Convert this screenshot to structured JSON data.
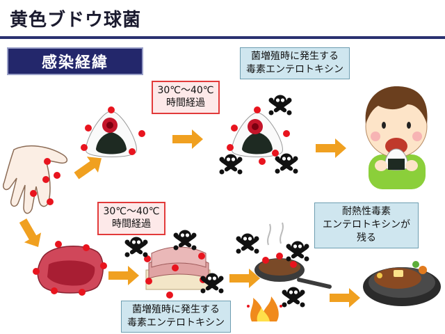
{
  "header": {
    "title": "黄色ブドウ球菌"
  },
  "section": {
    "label": "感染経緯"
  },
  "notes": {
    "temp_time_top_line1": "30℃～40℃",
    "temp_time_top_line2": "時間経過",
    "temp_time_bottom_line1": "30℃～40℃",
    "temp_time_bottom_line2": "時間経過",
    "toxin_top_line1": "菌増殖時に発生する",
    "toxin_top_line2": "毒素エンテロトキシン",
    "toxin_bottom_line1": "菌増殖時に発生する",
    "toxin_bottom_line2": "毒素エンテロトキシン",
    "heat_resistant_line1": "耐熱性毒素",
    "heat_resistant_line2": "エンテロトキシンが",
    "heat_resistant_line3": "残る"
  },
  "colors": {
    "title_rule": "#2a3170",
    "section_bg": "#23276b",
    "arrow": "#f0a020",
    "bacteria": "#e8141e",
    "pink_note_border": "#e23a3a",
    "blue_note_bg": "#cfe6ef"
  },
  "icons": [
    "hand-icon",
    "onigiri-icon",
    "skull-crossbones-icon",
    "boy-eating-icon",
    "meat-icon",
    "sliced-meat-icon",
    "frying-pan-icon",
    "fire-icon",
    "steak-plate-icon",
    "arrow-icon"
  ]
}
